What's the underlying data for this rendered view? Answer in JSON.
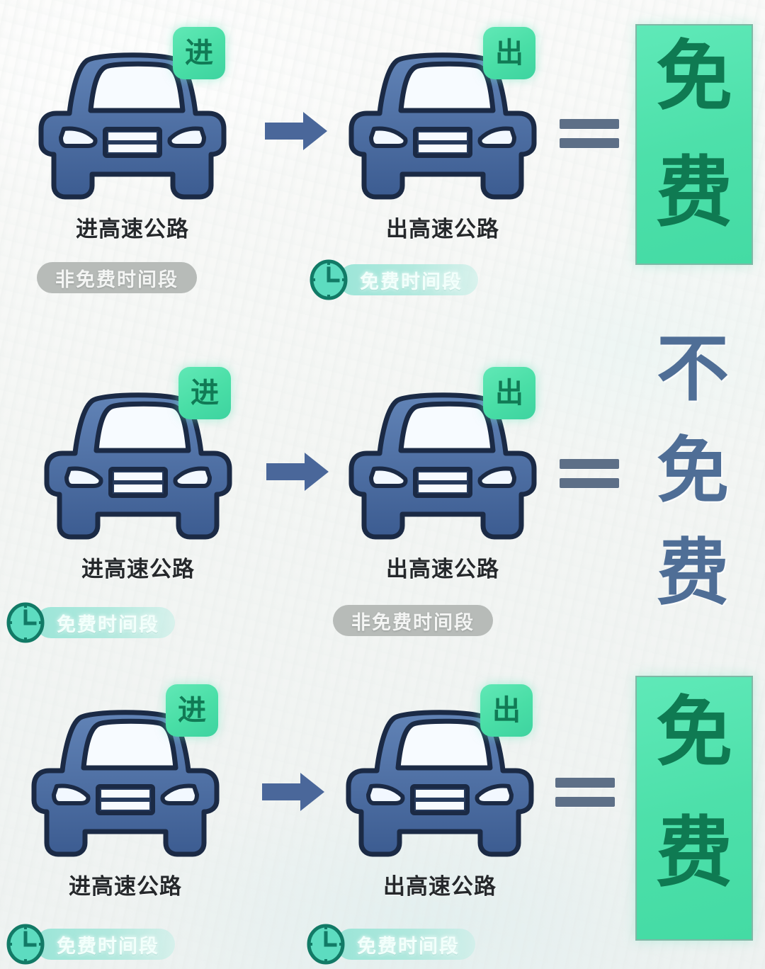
{
  "colors": {
    "background": "#f3f4f2",
    "car_body_top": "#5b7cb0",
    "car_body_bottom": "#3f5f93",
    "car_outline": "#1b2a45",
    "badge_green": "#49dea6",
    "badge_text": "#117a55",
    "pill_free": "#96e4d6",
    "pill_nonfree": "#b7bbb8",
    "arrow_blue": "#4a679a",
    "equals_blue": "#5d6f87",
    "result_box": "#4de0aa",
    "result_box_text": "#0f7a52",
    "result_plain_text": "#4f6e96",
    "caption_text": "#25282b"
  },
  "labels": {
    "badge_enter": "进",
    "badge_exit": "出",
    "caption_enter": "进高速公路",
    "caption_exit": "出高速公路",
    "pill_free": "免费时间段",
    "pill_nonfree": "非免费时间段",
    "result_free": "免费",
    "result_not_free": "不免费"
  },
  "rows": [
    {
      "id": "row-1",
      "enter": {
        "badge": "进",
        "caption": "进高速公路",
        "pill": {
          "text": "非免费时间段",
          "type": "nonfree",
          "clock": false
        }
      },
      "exit": {
        "badge": "出",
        "caption": "出高速公路",
        "pill": {
          "text": "免费时间段",
          "type": "free",
          "clock": true
        }
      },
      "result": {
        "chars": [
          "免",
          "费"
        ],
        "text": "免费",
        "boxed": true
      }
    },
    {
      "id": "row-2",
      "enter": {
        "badge": "进",
        "caption": "进高速公路",
        "pill": {
          "text": "免费时间段",
          "type": "free",
          "clock": true
        }
      },
      "exit": {
        "badge": "出",
        "caption": "出高速公路",
        "pill": {
          "text": "非免费时间段",
          "type": "nonfree",
          "clock": false
        }
      },
      "result": {
        "chars": [
          "不",
          "免",
          "费"
        ],
        "text": "不免费",
        "boxed": false
      }
    },
    {
      "id": "row-3",
      "enter": {
        "badge": "进",
        "caption": "进高速公路",
        "pill": {
          "text": "免费时间段",
          "type": "free",
          "clock": true
        }
      },
      "exit": {
        "badge": "出",
        "caption": "出高速公路",
        "pill": {
          "text": "免费时间段",
          "type": "free",
          "clock": true
        }
      },
      "result": {
        "chars": [
          "免",
          "费"
        ],
        "text": "免费",
        "boxed": true
      }
    }
  ],
  "icons": {
    "car": "car-front-icon",
    "clock": "clock-icon",
    "arrow": "arrow-right-icon",
    "equals": "equals-sign-icon"
  }
}
